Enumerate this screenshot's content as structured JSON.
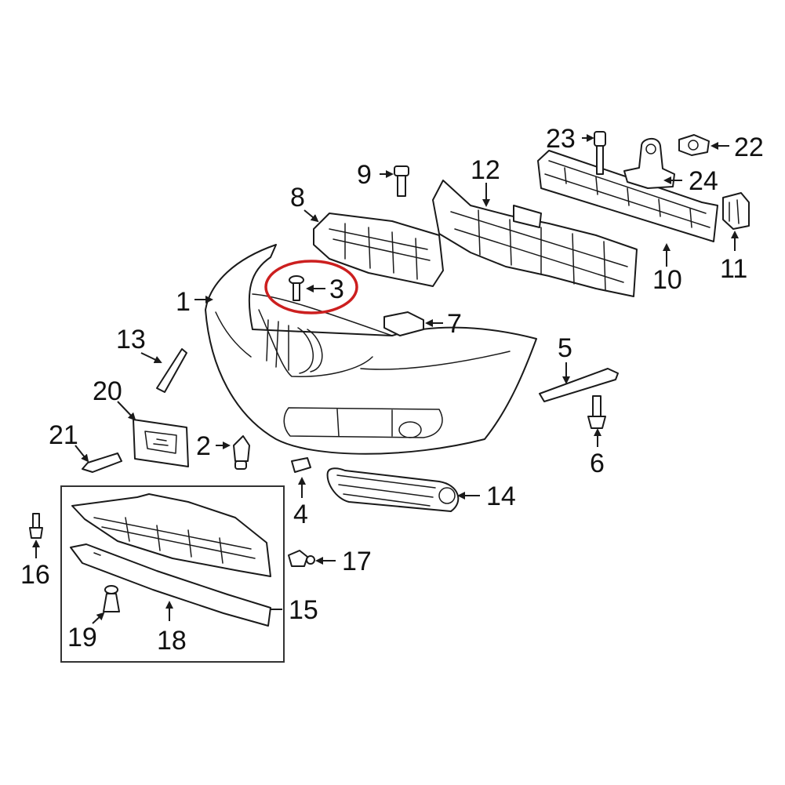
{
  "diagram": {
    "highlight_color": "#cc1f1f",
    "highlighted_callout": "3",
    "callouts": {
      "c1": "1",
      "c2": "2",
      "c3": "3",
      "c4": "4",
      "c5": "5",
      "c6": "6",
      "c7": "7",
      "c8": "8",
      "c9": "9",
      "c10": "10",
      "c11": "11",
      "c12": "12",
      "c13": "13",
      "c14": "14",
      "c15": "15",
      "c16": "16",
      "c17": "17",
      "c18": "18",
      "c19": "19",
      "c20": "20",
      "c21": "21",
      "c22": "22",
      "c23": "23",
      "c24": "24"
    }
  }
}
